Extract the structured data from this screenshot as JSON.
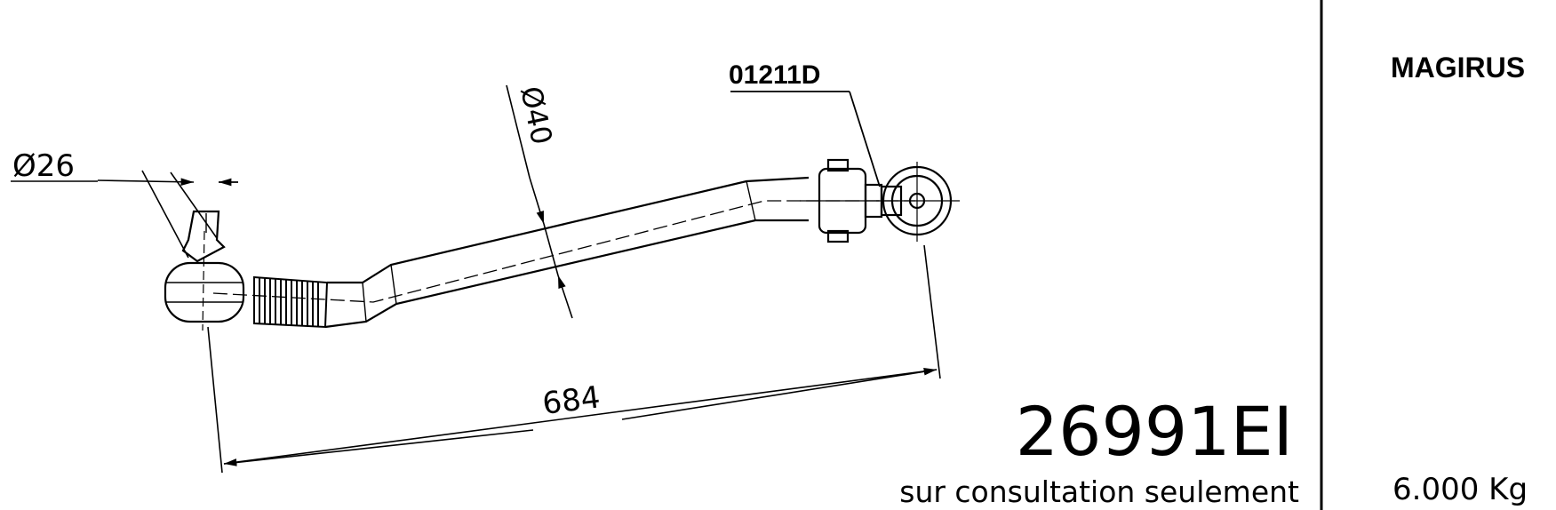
{
  "brand": "MAGIRUS",
  "part_number": "26991EI",
  "availability_note": "sur consultation seulement",
  "weight": "6.000 Kg",
  "reference_code": "01211D",
  "dimensions": {
    "ball_pin_diameter": "Ø26",
    "tube_diameter": "Ø40",
    "center_distance": "684"
  }
}
